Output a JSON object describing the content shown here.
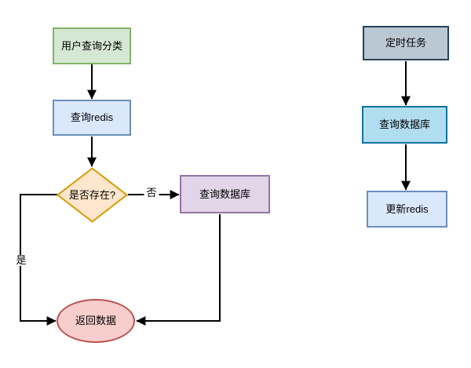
{
  "canvas": {
    "background": "#ffffff",
    "connector_color": "#000000",
    "text_color": "#000000"
  },
  "left_flow": {
    "nodes": [
      {
        "id": "start",
        "label": "用户查询分类",
        "shape": "rect",
        "fill": "#d5e8d4",
        "stroke": "#82b366"
      },
      {
        "id": "query-redis",
        "label": "查询redis",
        "shape": "rect",
        "fill": "#dae8fc",
        "stroke": "#6c8ebf"
      },
      {
        "id": "exists",
        "label": "是否存在?",
        "shape": "diamond",
        "fill": "#ffe6cc",
        "stroke": "#d79b00"
      },
      {
        "id": "query-db",
        "label": "查询数据库",
        "shape": "rect",
        "fill": "#e1d5e7",
        "stroke": "#9673a6"
      },
      {
        "id": "return-data",
        "label": "返回数据",
        "shape": "ellipse",
        "fill": "#f8cecc",
        "stroke": "#b85450"
      }
    ],
    "edge_labels": [
      {
        "id": "no",
        "label": "否"
      },
      {
        "id": "yes",
        "label": "是"
      }
    ]
  },
  "right_flow": {
    "nodes": [
      {
        "id": "scheduled-task",
        "label": "定时任务",
        "shape": "rect",
        "fill": "#bac8d3",
        "stroke": "#23445d"
      },
      {
        "id": "query-db",
        "label": "查询数据库",
        "shape": "rect",
        "fill": "#b1ddf0",
        "stroke": "#10739e"
      },
      {
        "id": "update-redis",
        "label": "更新redis",
        "shape": "rect",
        "fill": "#dae8fc",
        "stroke": "#6c8ebf"
      }
    ]
  }
}
